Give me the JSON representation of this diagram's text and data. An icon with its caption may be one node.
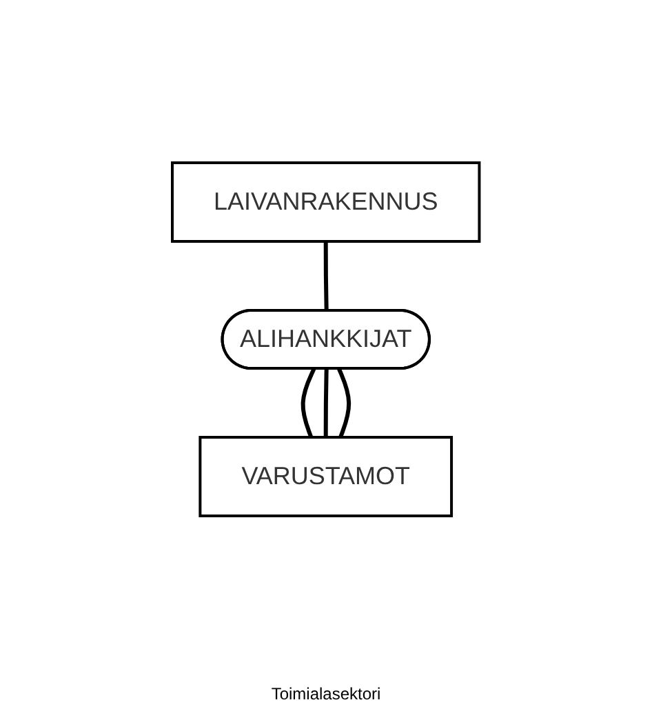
{
  "diagram": {
    "nodes": [
      {
        "text": [
          "LAIVANRAKENNUS"
        ]
      },
      {
        "text": [
          "ALIHANKKIJAT"
        ]
      },
      {
        "text": [
          "VARUSTAMOT"
        ]
      }
    ],
    "edges": [
      {
        "from": 0,
        "to": 1,
        "arrow": "none"
      },
      {
        "from": 1,
        "to": 2,
        "arrow": "none"
      },
      {
        "from": 1,
        "to": 2,
        "arrow": "none"
      },
      {
        "from": 1,
        "to": 2,
        "arrow": "none"
      }
    ],
    "labels": [
      "Toimialasektori"
    ]
  }
}
